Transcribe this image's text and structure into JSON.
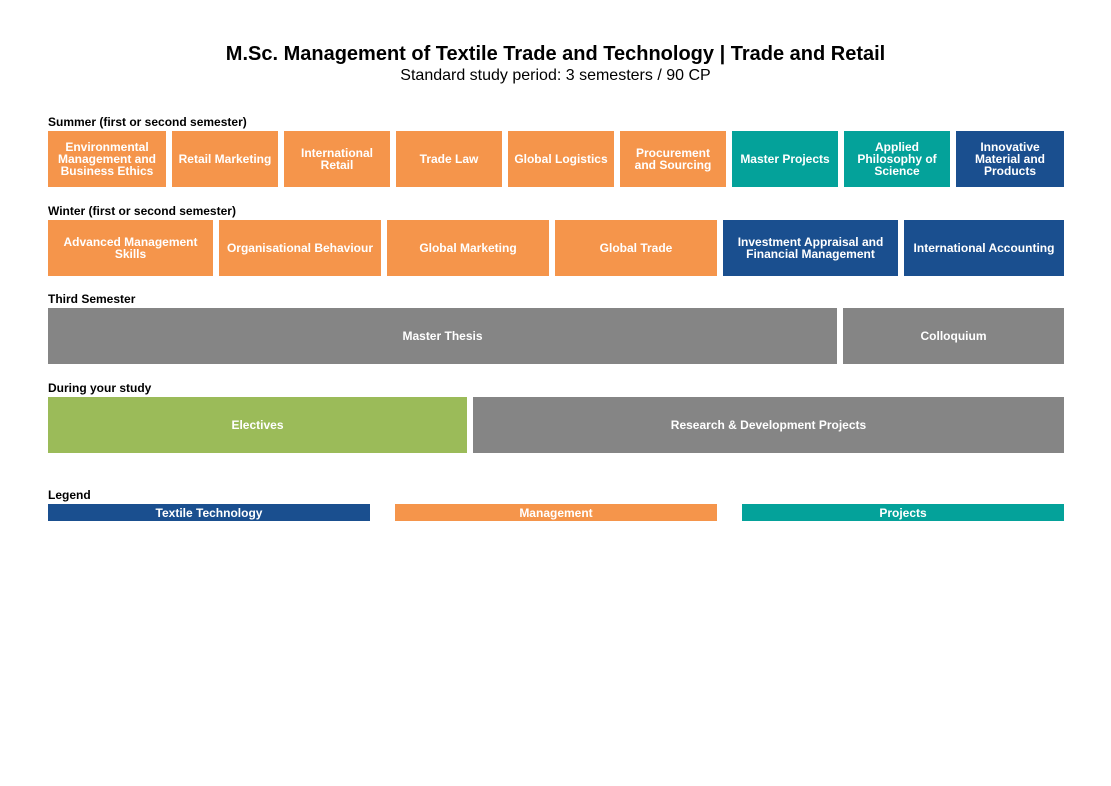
{
  "header": {
    "title": "M.Sc. Management of Textile Trade and Technology | Trade and Retail",
    "subtitle": "Standard study period: 3 semesters / 90 CP"
  },
  "colors": {
    "management": "#f5954b",
    "projects": "#04a29a",
    "textile_technology": "#1a4f8f",
    "thesis_grey": "#858585",
    "electives_green": "#9bbb59"
  },
  "summer": {
    "label": "Summer (first or second semester)",
    "modules": [
      {
        "label": "Environmental Management and Business Ethics",
        "category": "management"
      },
      {
        "label": "Retail Marketing",
        "category": "management"
      },
      {
        "label": "International Retail",
        "category": "management"
      },
      {
        "label": "Trade Law",
        "category": "management"
      },
      {
        "label": "Global Logistics",
        "category": "management"
      },
      {
        "label": "Procurement and Sourcing",
        "category": "management"
      },
      {
        "label": "Master Projects",
        "category": "projects"
      },
      {
        "label": "Applied Philosophy of Science",
        "category": "projects"
      },
      {
        "label": "Innovative Material and Products",
        "category": "textile_technology"
      }
    ]
  },
  "winter": {
    "label": "Winter (first or second semester)",
    "modules": [
      {
        "label": "Advanced Management Skills",
        "category": "management"
      },
      {
        "label": "Organisational Behaviour",
        "category": "management"
      },
      {
        "label": "Global Marketing",
        "category": "management"
      },
      {
        "label": "Global Trade",
        "category": "management"
      },
      {
        "label": "Investment Appraisal and Financial Management",
        "category": "textile_technology"
      },
      {
        "label": "International Accounting",
        "category": "textile_technology"
      }
    ]
  },
  "third": {
    "label": "Third Semester",
    "modules": [
      {
        "label": "Master Thesis"
      },
      {
        "label": "Colloquium"
      }
    ]
  },
  "during": {
    "label": "During your study",
    "modules": [
      {
        "label": "Electives"
      },
      {
        "label": "Research & Development Projects"
      }
    ]
  },
  "legend": {
    "label": "Legend",
    "items": [
      {
        "label": "Textile Technology",
        "category": "textile_technology"
      },
      {
        "label": "Management",
        "category": "management"
      },
      {
        "label": "Projects",
        "category": "projects"
      }
    ]
  }
}
